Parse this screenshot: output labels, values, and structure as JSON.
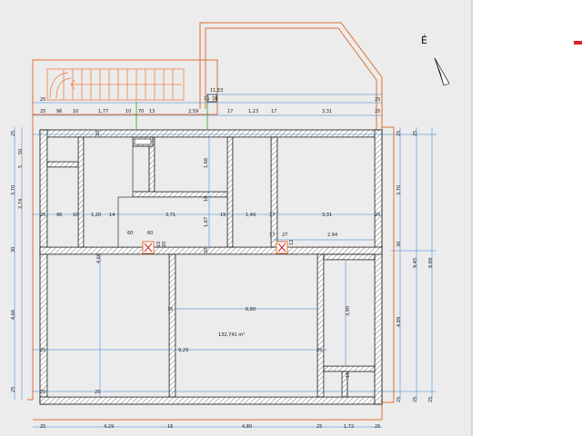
{
  "canvas": {
    "background": "#ececec",
    "paper": "#ffffff"
  },
  "colors": {
    "wall": "#111111",
    "hatch": "#555555",
    "dimension_line": "#2a7fd4",
    "outline_orange": "#e07030",
    "stair_orange": "#f08040",
    "green_line": "#30a030",
    "marker_red": "#e02020"
  },
  "north_arrow": {
    "letter": "É",
    "icon": "north-arrow-icon"
  },
  "room": {
    "area_label": "132,741 m²"
  },
  "dims": {
    "top1": "11,53",
    "top1b": "10",
    "top1c": "20",
    "r1": "25",
    "r1a": "96",
    "r1b": "10",
    "r1c": "1,77",
    "r1d": "10",
    "r1e": "70",
    "r1f": "13",
    "r1g": "2,59",
    "r1h": "17",
    "r1i": "1,23",
    "r1j": "17",
    "r1k": "3,31",
    "r1l": "25",
    "r2": "25",
    "r2b": "25",
    "mid_a": "96",
    "mid_b": "10",
    "mid_c": "1,20",
    "mid_d": "14",
    "mid_e": "3,71",
    "mid_f": "19",
    "mid_g": "1,49",
    "mid_h": "17",
    "mid_i": "3,31",
    "mid_j": "25",
    "mid_left": "25",
    "v166": "1,66",
    "v10": "10",
    "v167": "1,67",
    "v20a": "20",
    "v20b": "20",
    "v10b": "10",
    "s60a": "60",
    "s60b": "60",
    "s17": "17",
    "s27": "27",
    "s294": "2,94",
    "s12": "12",
    "s20": "20",
    "v466": "4,66",
    "v16": "16",
    "v680": "6,80",
    "v390": "3,90",
    "v15": "15",
    "r3a": "25",
    "r3b": "9,29",
    "r3c": "25",
    "r4a": "25",
    "r4b": "25",
    "b1": "25",
    "b2": "4,29",
    "b3": "16",
    "b4": "4,80",
    "b5": "25",
    "b6": "1,72",
    "b7": "25",
    "l1": "25",
    "l2": "50",
    "l3": "5",
    "l4": "3,70",
    "l5": "2,74",
    "l6": "30",
    "l7": "4,66",
    "l8": "25",
    "rr1": "3,70",
    "rr2": "9,45",
    "rr3": "8,89",
    "rr4": "30",
    "rr5": "4,89",
    "rr6": "25",
    "rr7": "25",
    "rr8": "25",
    "rr9": "25",
    "rr10": "25"
  }
}
